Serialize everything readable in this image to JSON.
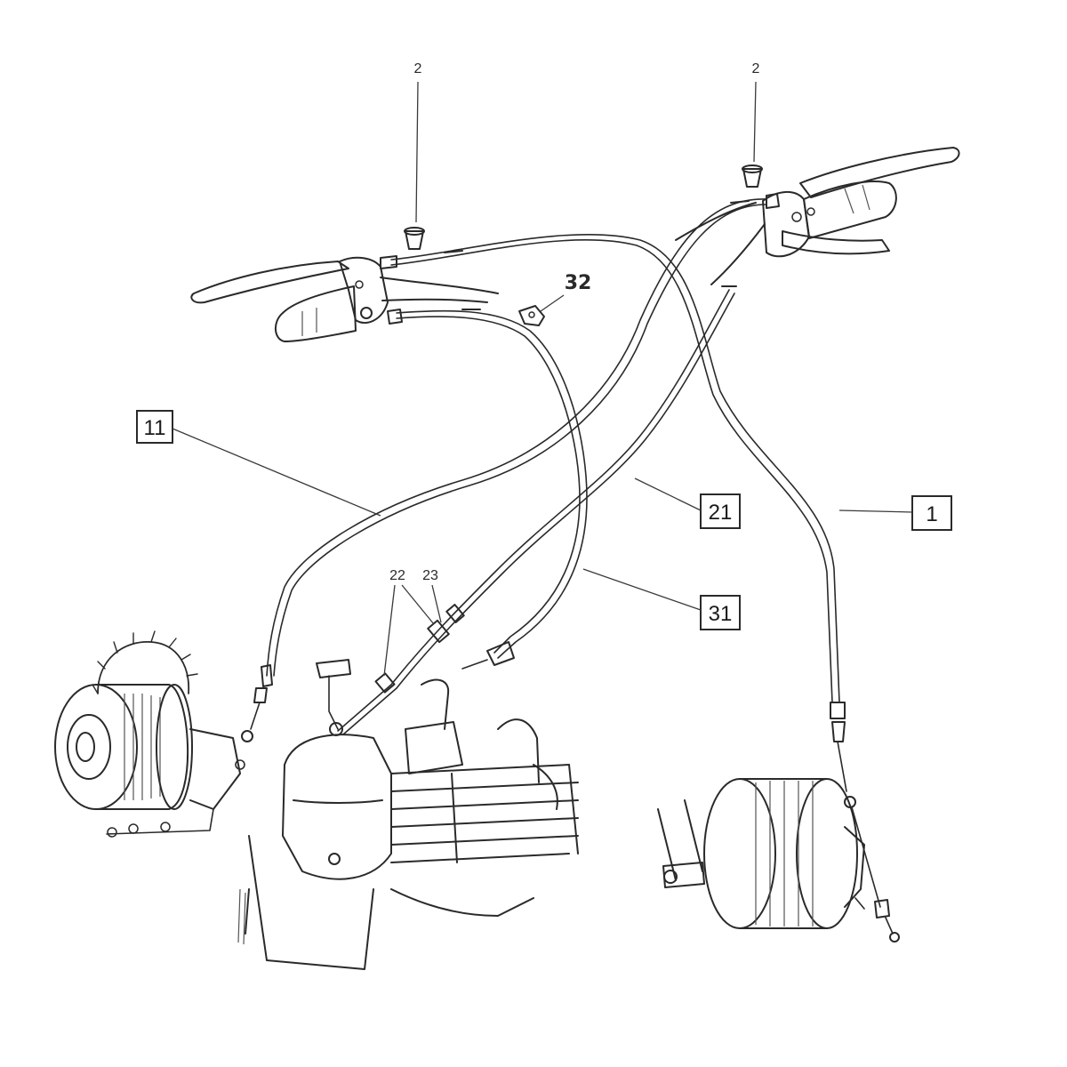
{
  "callouts": {
    "grip_left": "2",
    "grip_right": "2",
    "clip": "32",
    "adjuster_a": "22",
    "adjuster_b": "23"
  },
  "boxed_labels": {
    "cable_11": "11",
    "cable_21": "21",
    "cable_1": "1",
    "cable_31": "31"
  },
  "colors": {
    "ink": "#2a2a2a",
    "paper": "#ffffff"
  }
}
